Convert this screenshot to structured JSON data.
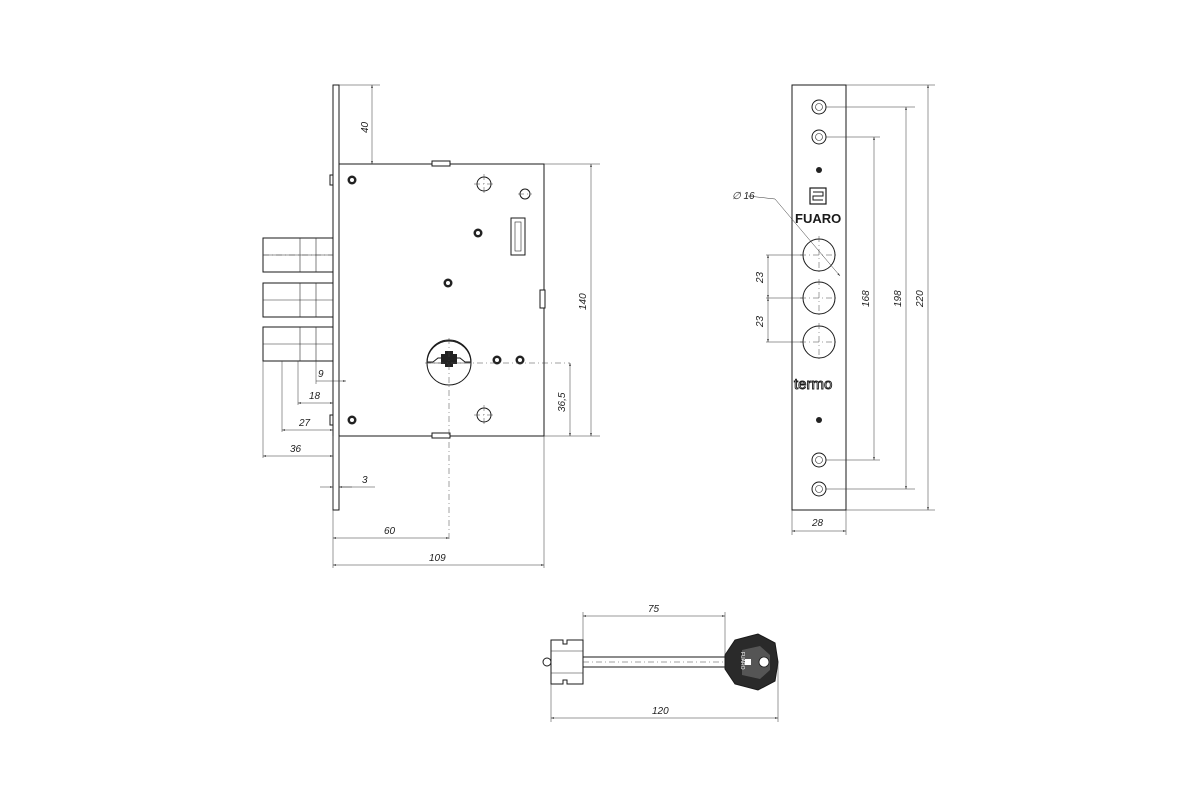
{
  "brand": {
    "name": "FUARO",
    "series": "termo",
    "key_label": "FUARO"
  },
  "dims": {
    "top_offset": "40",
    "case_height": "140",
    "key_height": "36,5",
    "bolt_9": "9",
    "bolt_18": "18",
    "bolt_27": "27",
    "bolt_36": "36",
    "plate_3": "3",
    "backset": "60",
    "case_width": "109",
    "hole_dia": "∅ 16",
    "bolt_pitch_1": "23",
    "bolt_pitch_2": "23",
    "hole_168": "168",
    "hole_198": "198",
    "plate_220": "220",
    "plate_width": "28",
    "key_75": "75",
    "key_120": "120"
  }
}
